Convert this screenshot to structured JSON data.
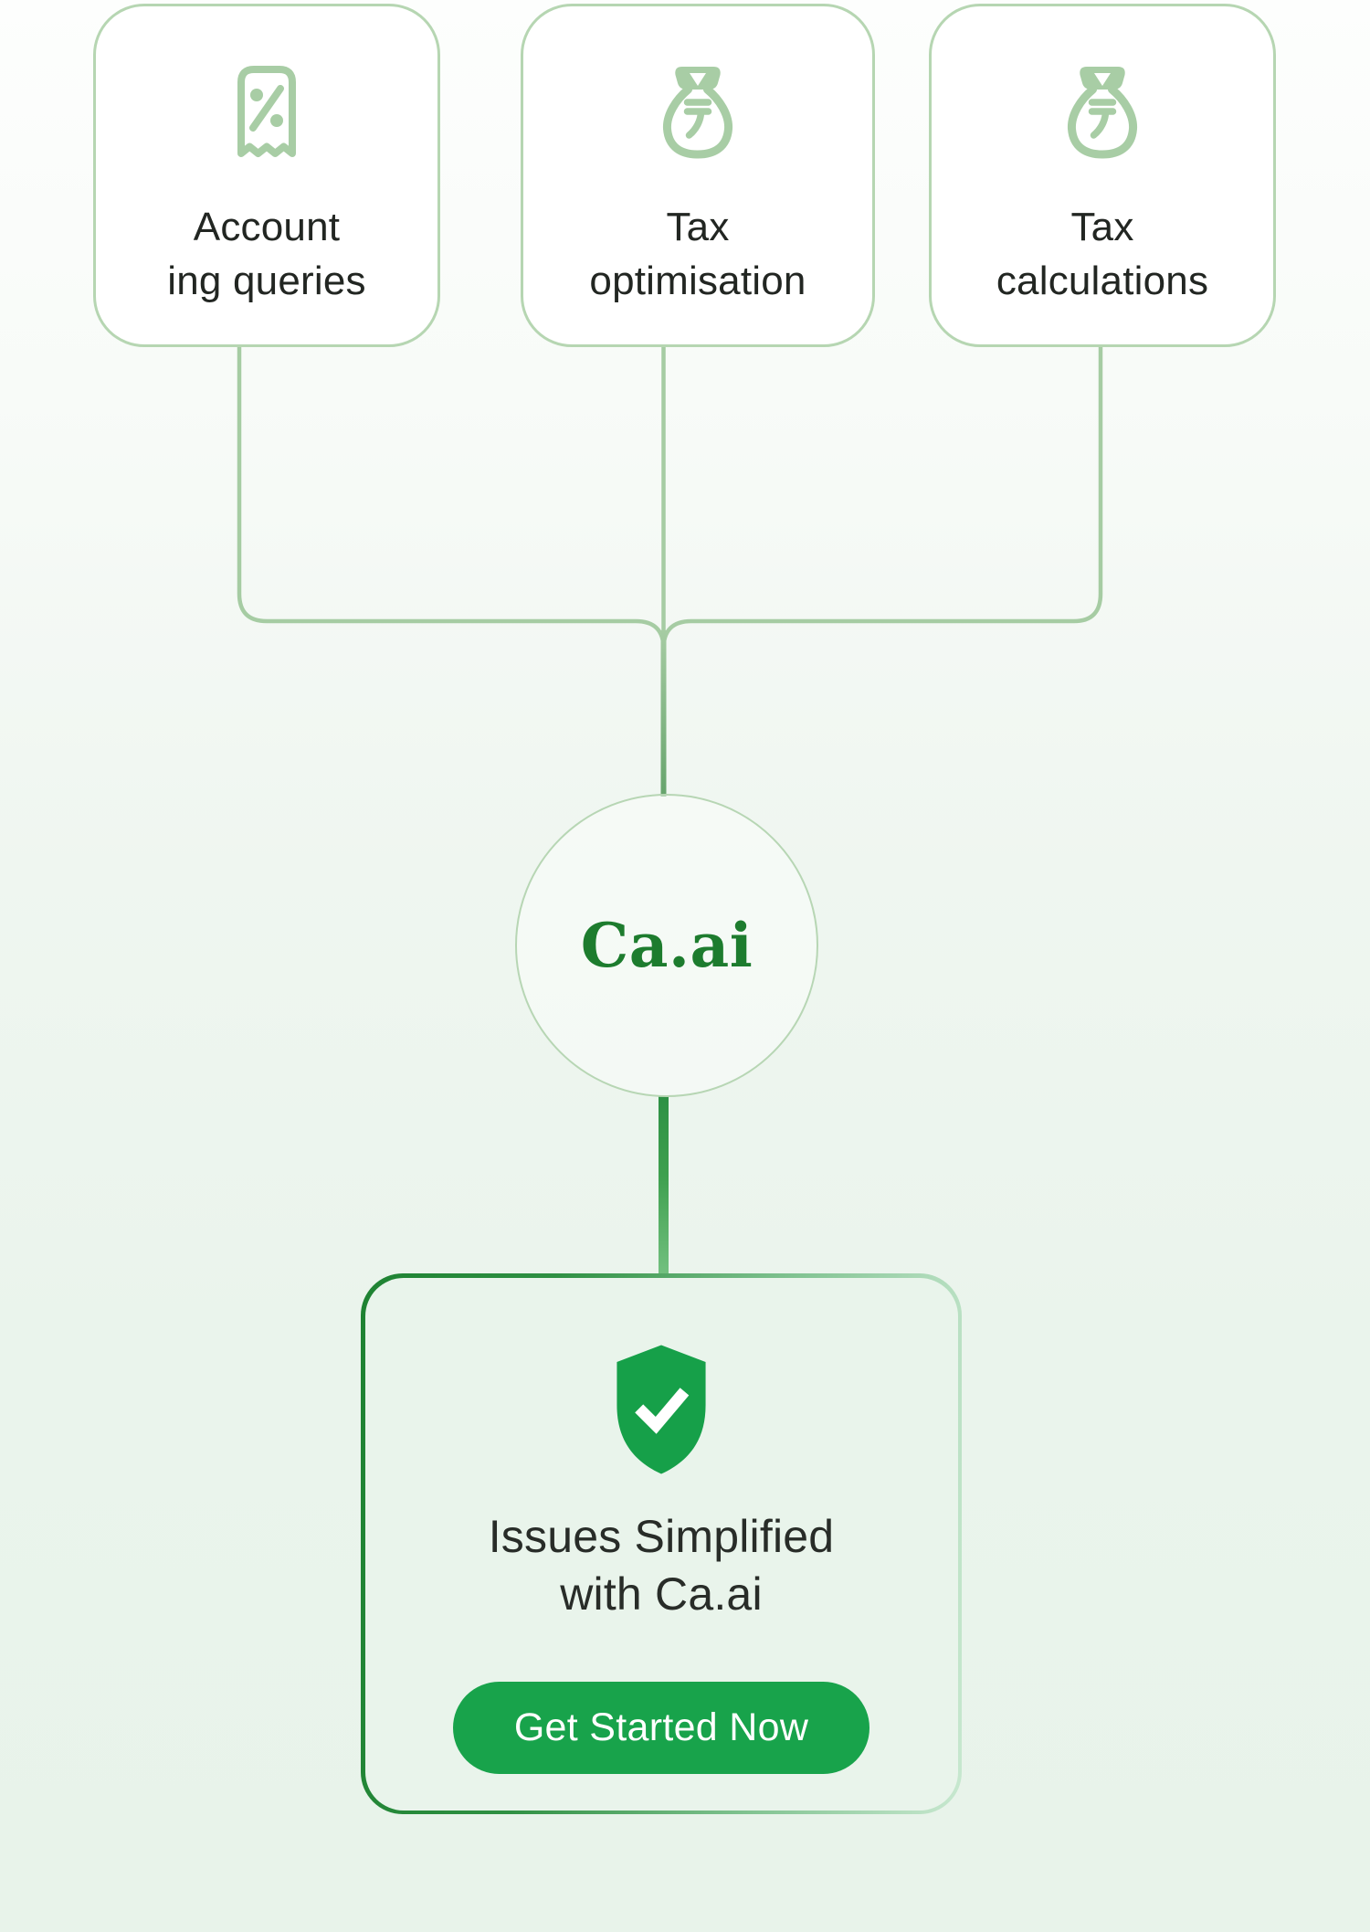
{
  "palette": {
    "sage_line": "#a6cca3",
    "card_border": "#b6d6b2",
    "icon_green": "#a8cda5",
    "brand_green": "#1d7c2e",
    "accent_green": "#18a34b",
    "gradient_line_top": "#2d9044",
    "gradient_line_bottom": "#74c181",
    "result_card_bg": "#e9f4eb",
    "text_dark": "#222622"
  },
  "top_cards": [
    {
      "icon": "receipt-percent-icon",
      "label_lines": [
        "Account",
        "ing queries"
      ]
    },
    {
      "icon": "money-bag-rupee-icon",
      "label_lines": [
        "Tax",
        "optimisation"
      ]
    },
    {
      "icon": "money-bag-rupee-icon",
      "label_lines": [
        "Tax",
        "calculations"
      ]
    }
  ],
  "hub": {
    "label": "Ca.ai"
  },
  "result_card": {
    "icon": "shield-check-icon",
    "title_lines": [
      "Issues Simplified",
      "with Ca.ai"
    ],
    "button_label": "Get Started Now"
  }
}
